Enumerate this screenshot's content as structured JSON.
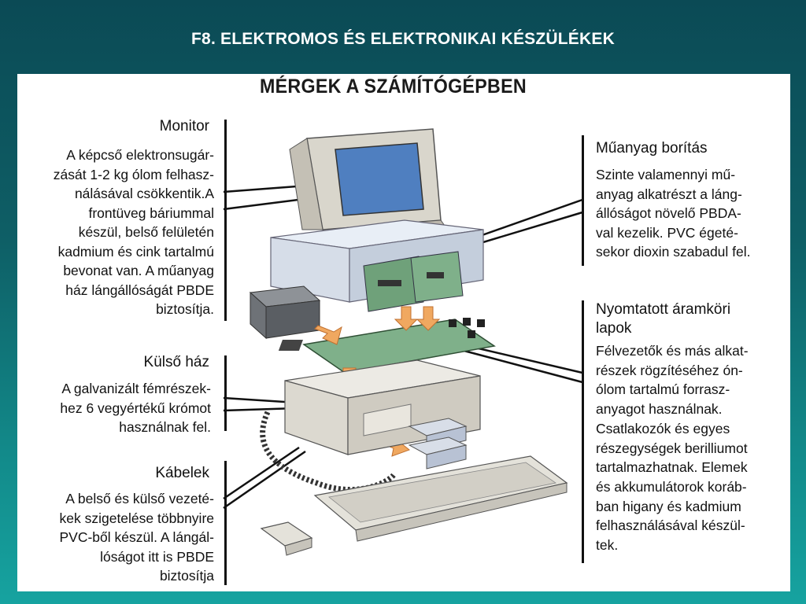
{
  "slide_title": "F8. ELEKTROMOS ÉS ELEKTRONIKAI KÉSZÜLÉKEK",
  "diagram_title": "MÉRGEK A SZÁMÍTÓGÉPBEN",
  "left": {
    "monitor": {
      "label": "Monitor",
      "lines": [
        "A képcső elektronsugár-",
        "zását 1-2  kg ólom felhasz-",
        "nálásával csökkentik.A",
        "frontüveg báriummal",
        "készül, belső felületén",
        "kadmium és cink tartalmú",
        "bevonat van. A műanyag",
        "ház lángállóságát PBDE",
        "biztosítja."
      ]
    },
    "case": {
      "label": "Külső ház",
      "lines": [
        "A galvanizált fémrészek-",
        "hez 6 vegyértékű krómot",
        "használnak fel."
      ]
    },
    "cables": {
      "label": "Kábelek",
      "lines": [
        "A belső és külső vezeté-",
        "kek szigetelése többnyire",
        "PVC-ből készül. A  lángál-",
        "lóságot itt is PBDE",
        "biztosítja"
      ]
    }
  },
  "right": {
    "plastic": {
      "label": "Műanyag borítás",
      "lines": [
        "Szinte valamennyi mű-",
        "anyag alkatrészt a láng-",
        "állóságot növelő PBDA-",
        "val kezelik. PVC égeté-",
        "sekor dioxin szabadul fel."
      ]
    },
    "pcb": {
      "label_lines": [
        "Nyomtatott áramköri",
        "lapok"
      ],
      "lines": [
        "Félvezetők és más alkat-",
        "részek rögzítéséhez ón-",
        "ólom tartalmú forrasz-",
        "anyagot használnak.",
        "Csatlakozók és egyes",
        "részegységek berilliumot",
        "tartalmazhatnak. Elemek",
        "és akkumulátorok koráb-",
        "ban higany és kadmium",
        "felhasználásával készül-",
        "tek."
      ]
    }
  },
  "colors": {
    "background_top": "#0b4a55",
    "background_bottom": "#16a3a0",
    "panel": "#ffffff",
    "screen": "#4f7fc0",
    "pcb": "#7fb08a",
    "arrow": "#f0a860"
  }
}
